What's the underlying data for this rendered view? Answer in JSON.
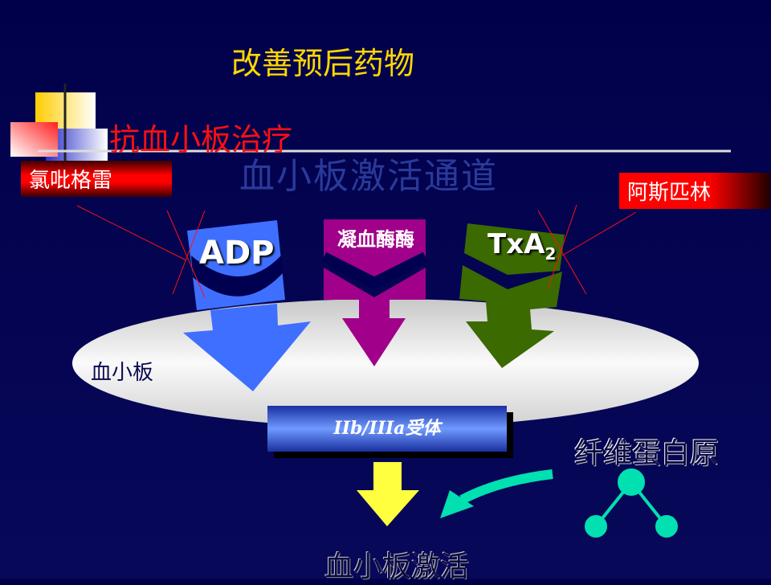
{
  "title": "改善预后药物",
  "subtitle": "抗血小板治疗",
  "pathway_title": "血小板激活通道",
  "drug_left": "氯吡格雷",
  "drug_right": "阿斯匹林",
  "agonists": {
    "adp": "ADP",
    "thrombin": "凝血酶酶",
    "txa": "TxA",
    "txa_sub": "2"
  },
  "platelet": "血小板",
  "receptor": "IIb/IIIa受体",
  "fibrinogen": "纤维蛋白原",
  "activation": "血小板激活"
}
